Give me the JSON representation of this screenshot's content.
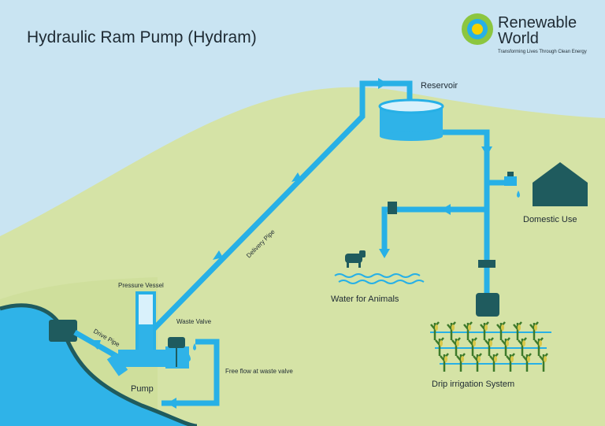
{
  "title": "Hydraulic Ram Pump (Hydram)",
  "logo": {
    "line1": "Renewable",
    "line2": "World",
    "tagline": "Transforming Lives Through Clean Energy"
  },
  "labels": {
    "reservoir": "Reservoir",
    "domestic_use": "Domestic Use",
    "water_for_animals": "Water for Animals",
    "drip_irrigation": "Drip irrigation System",
    "delivery_pipe": "Delivery Pipe",
    "pressure_vessel": "Pressure Vessel",
    "waste_valve": "Waste Valve",
    "drive_pipe": "Drive Pipe",
    "pump": "Pump",
    "free_flow": "Free flow at waste valve"
  },
  "colors": {
    "sky": "#c9e4f2",
    "hill": "#d5e3a6",
    "pipe": "#27b0e6",
    "water": "#2fb3e8",
    "dark": "#1f5b5e",
    "title": "#1f5b5e",
    "logo_green": "#8cc63f"
  }
}
